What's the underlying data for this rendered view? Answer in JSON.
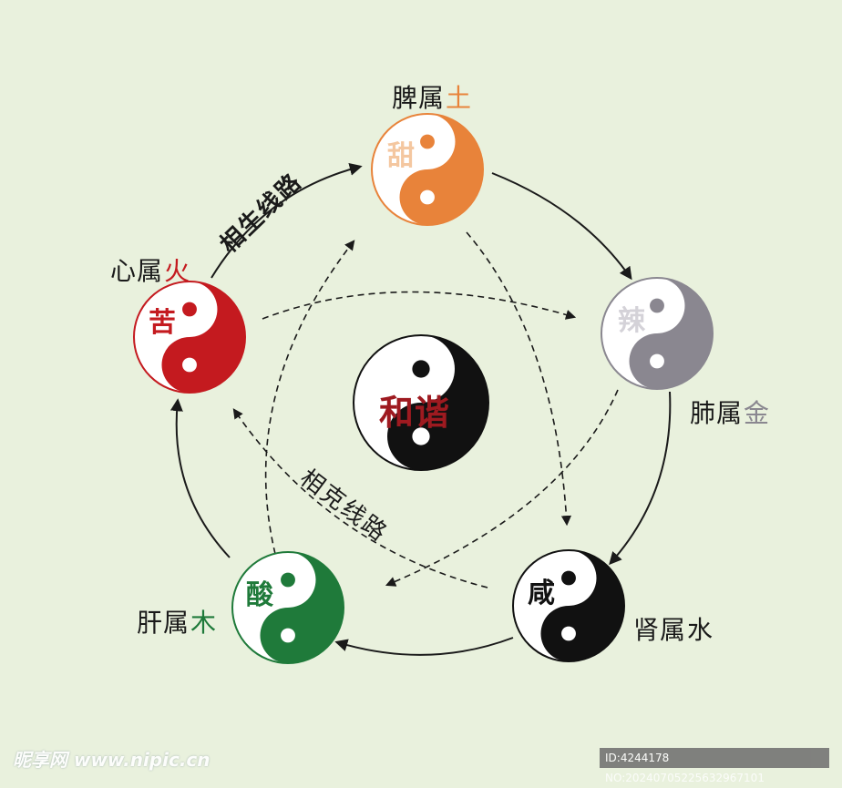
{
  "center": {
    "label": "和谐",
    "label_color": "#9e1a20"
  },
  "organs": {
    "spleen": {
      "organ": "脾属",
      "element": "土",
      "taste": "甜",
      "color": "#e8833a",
      "taste_color": "#f4c7a0"
    },
    "lung": {
      "organ": "肺属",
      "element": "金",
      "taste": "辣",
      "color": "#8a8790",
      "taste_color": "#d4d2d8"
    },
    "kidney": {
      "organ": "肾属",
      "element": "水",
      "taste": "咸",
      "color": "#111111",
      "taste_color": "#111111"
    },
    "liver": {
      "organ": "肝属",
      "element": "木",
      "taste": "酸",
      "color": "#1f7a3a",
      "taste_color": "#1f7a3a"
    },
    "heart": {
      "organ": "心属",
      "element": "火",
      "taste": "苦",
      "color": "#c41a1f",
      "taste_color": "#c41a1f"
    }
  },
  "labels": {
    "generating": "相生线路",
    "controlling": "相克线路"
  },
  "watermark": {
    "left": "昵享网 www.nipic.cn",
    "right": "ID:4244178 NO:20240705225632967101"
  }
}
